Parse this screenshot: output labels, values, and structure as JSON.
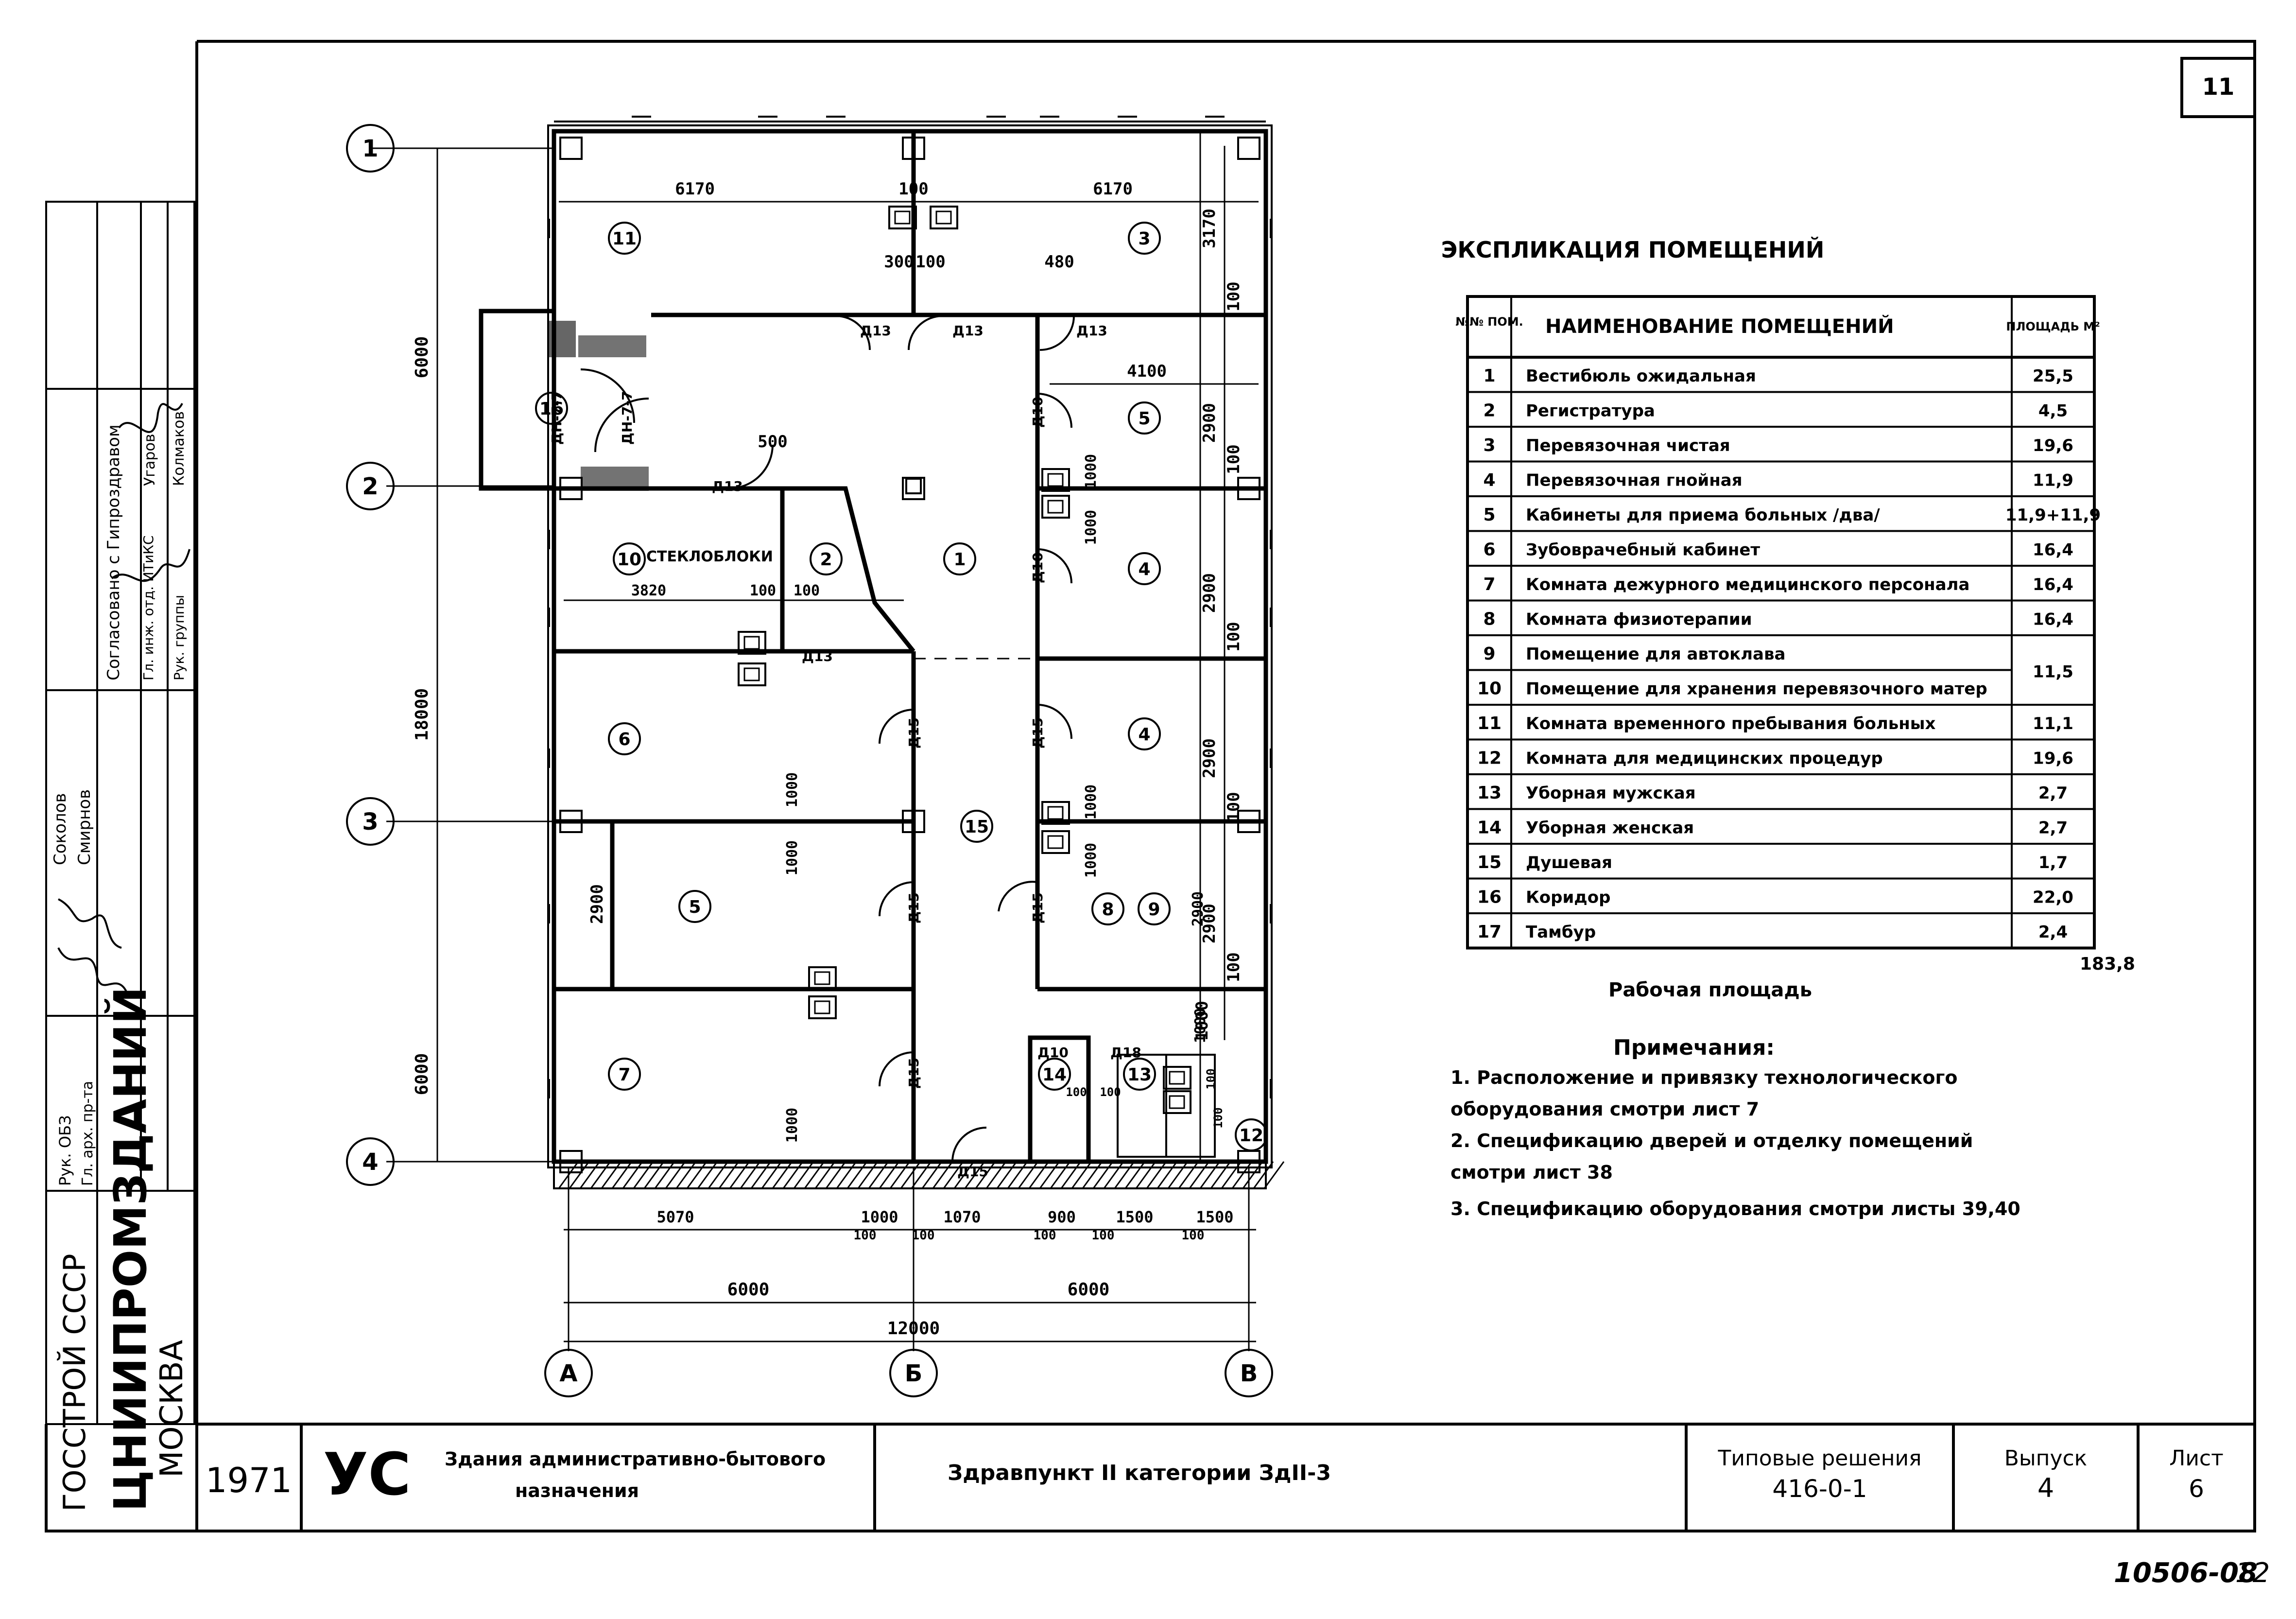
{
  "sheet_number": "11",
  "explication": {
    "title": "ЭКСПЛИКАЦИЯ ПОМЕЩЕНИЙ",
    "col_num": "№№ ПОМ.",
    "col_name": "НАИМЕНОВАНИЕ ПОМЕЩЕНИЙ",
    "col_area": "ПЛОЩАДЬ М²",
    "rows": [
      {
        "n": "1",
        "name": "Вестибюль ожидальная",
        "area": "25,5"
      },
      {
        "n": "2",
        "name": "Регистратура",
        "area": "4,5"
      },
      {
        "n": "3",
        "name": "Перевязочная чистая",
        "area": "19,6"
      },
      {
        "n": "4",
        "name": "Перевязочная гнойная",
        "area": "11,9"
      },
      {
        "n": "5",
        "name": "Кабинеты для приема больных /два/",
        "area": "11,9+11,9"
      },
      {
        "n": "6",
        "name": "Зубоврачебный кабинет",
        "area": "16,4"
      },
      {
        "n": "7",
        "name": "Комната дежурного медицинского персонала",
        "area": "16,4"
      },
      {
        "n": "8",
        "name": "Комната физиотерапии",
        "area": "16,4"
      },
      {
        "n": "9",
        "name": "Помещение для автоклава",
        "area": ""
      },
      {
        "n": "10",
        "name": "Помещение для хранения перевязочного матер",
        "area": "11,5"
      },
      {
        "n": "11",
        "name": "Комната временного пребывания больных",
        "area": "11,1"
      },
      {
        "n": "12",
        "name": "Комната для медицинских процедур",
        "area": "19,6"
      },
      {
        "n": "13",
        "name": "Уборная мужская",
        "area": "2,7"
      },
      {
        "n": "14",
        "name": "Уборная женская",
        "area": "2,7"
      },
      {
        "n": "15",
        "name": "Душевая",
        "area": "1,7"
      },
      {
        "n": "16",
        "name": "Коридор",
        "area": "22,0"
      },
      {
        "n": "17",
        "name": "Тамбур",
        "area": "2,4"
      }
    ],
    "total": "183,8",
    "total_label": "Рабочая площадь"
  },
  "notes": {
    "title": "Примечания:",
    "lines": [
      "1. Расположение и привязку технологического",
      "оборудования смотри лист 7",
      "2. Спецификацию дверей и отделку помещений",
      "смотри лист 38",
      "3. Спецификацию оборудования смотри листы 39,40"
    ]
  },
  "plan": {
    "axes_rows": [
      "1",
      "2",
      "3",
      "4"
    ],
    "axes_cols": [
      "А",
      "Б",
      "В"
    ],
    "rooms": [
      "1",
      "2",
      "3",
      "4",
      "5",
      "4",
      "5",
      "6",
      "7",
      "8",
      "9",
      "10",
      "11",
      "12",
      "13",
      "14",
      "15",
      "16",
      "17"
    ],
    "glass_label": "СТЕКЛОБЛОКИ",
    "door_marks": [
      "Д13",
      "Д13",
      "Д13",
      "Д13",
      "Д13",
      "Д15",
      "Д15",
      "Д15",
      "Д15",
      "Д15",
      "Д15",
      "Д10",
      "Д10",
      "Д10",
      "Д18",
      "ДН-7-7",
      "ДН-7-7"
    ],
    "dims_top": [
      "6170",
      "100",
      "6170",
      "300",
      "100",
      "480",
      "500",
      "4100"
    ],
    "dims_right": [
      "3170",
      "100",
      "2900",
      "100",
      "2900",
      "100",
      "2900",
      "100",
      "2900",
      "100",
      "1000"
    ],
    "dims_left": [
      "6000",
      "18000",
      "6000"
    ],
    "dims_left_rooms": [
      "2900"
    ],
    "dims_inner": [
      "3820",
      "100",
      "100",
      "1000",
      "1000",
      "1000",
      "1000",
      "1000",
      "1000",
      "1000",
      "1000",
      "2900"
    ],
    "dims_bottom_chain": [
      "5070",
      "1000",
      "1070",
      "900",
      "1500",
      "1500"
    ],
    "dims_bottom_small": [
      "100",
      "100",
      "100",
      "100",
      "100"
    ],
    "dims_bottom_bays": [
      "6000",
      "6000"
    ],
    "dims_bottom_total": "12000",
    "small_dims": [
      "100",
      "100",
      "100",
      "100"
    ]
  },
  "side_stamp": {
    "agreed": "Согласовано с Гипроздравом",
    "eng_label": "Гл. инж. отд. ИТиКС",
    "eng_name": "Угаров",
    "group_label": "Рук. группы",
    "group_name": "Колмаков",
    "names": [
      "Соколов",
      "Смирнов"
    ],
    "dept_label": "Рук. ОБЗ",
    "arch_label": "Гл. арх. пр-та",
    "org_1": "ГОССТРОЙ СССР",
    "org_2": "ЦНИИПРОМЗДАНИЙ",
    "org_3": "МОСКВА"
  },
  "title_block": {
    "year": "1971",
    "logo": "УС",
    "building": "Здания административно-бытового",
    "building_2": "назначения",
    "project": "Здравпункт II категории ЗдII-3",
    "series_label": "Типовые решения",
    "series_num": "416-0-1",
    "issue_label": "Выпуск",
    "issue_num": "4",
    "sheet_label": "Лист",
    "sheet_num": "6"
  },
  "footer": {
    "inv": "10506-08",
    "page": "12"
  }
}
